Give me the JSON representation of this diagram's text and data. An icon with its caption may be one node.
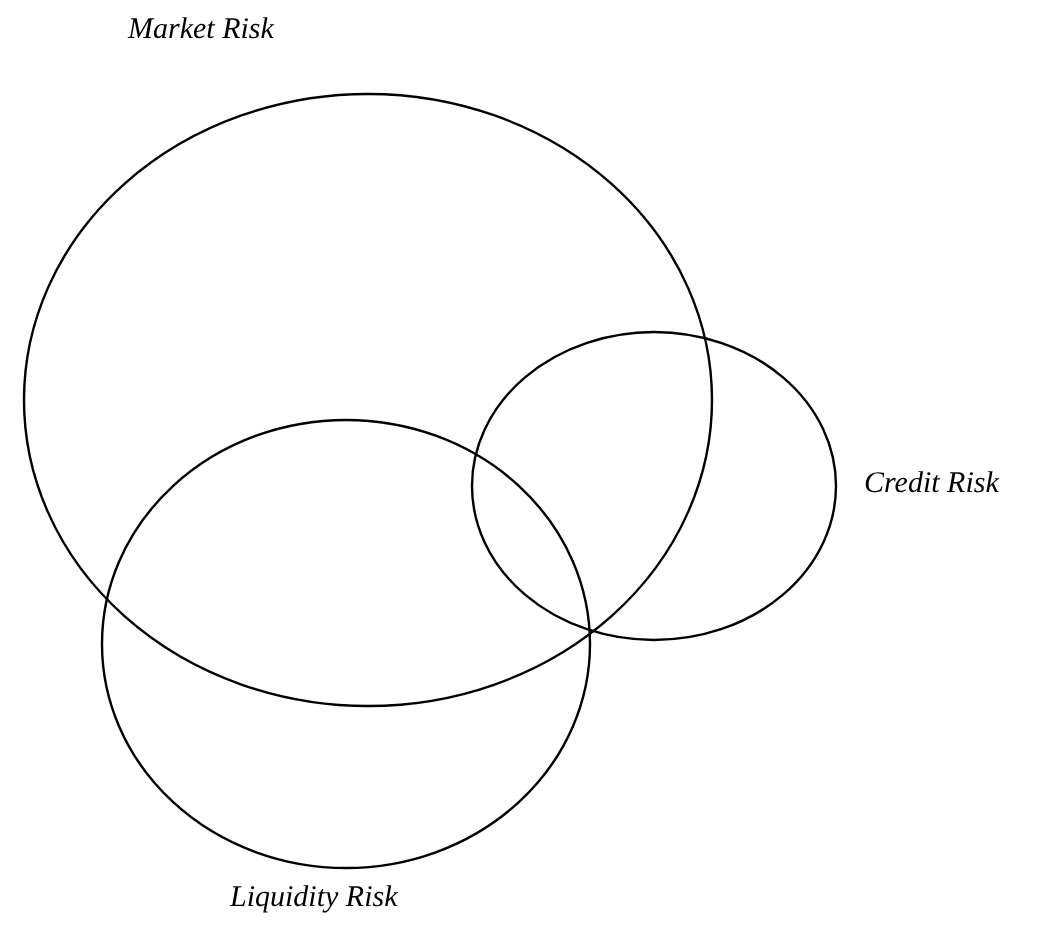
{
  "diagram": {
    "nodes": [
      {
        "text": [
          "Market Risk"
        ]
      },
      {
        "text": [
          "Credit Risk"
        ]
      },
      {
        "text": [
          "Liquidity Risk"
        ]
      }
    ]
  }
}
